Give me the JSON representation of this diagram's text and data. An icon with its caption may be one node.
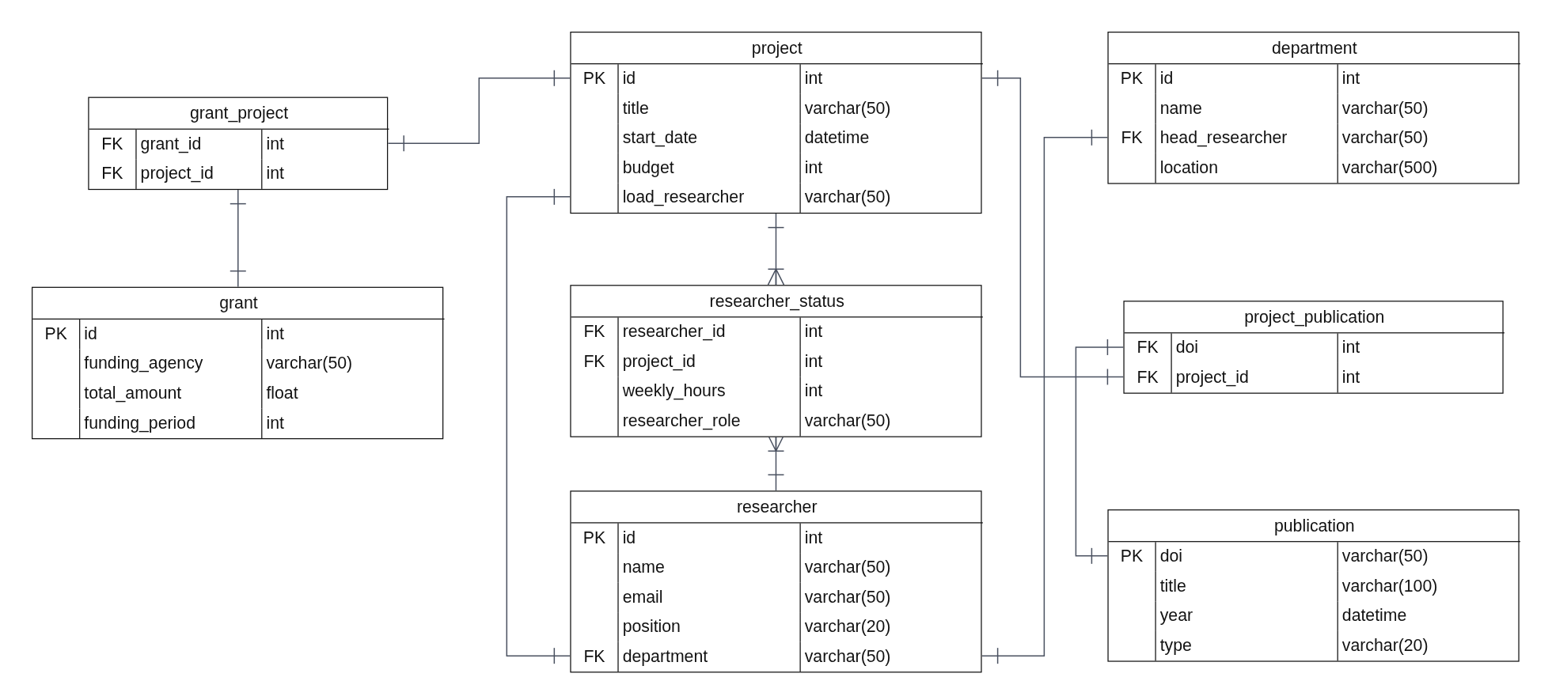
{
  "diagram": {
    "nodes": [
      {
        "text": [
          "grant_project",
          "FK",
          "grant_id",
          "int",
          "FK",
          "project_id",
          "int"
        ]
      },
      {
        "text": [
          "grant",
          "PK",
          "id",
          "int",
          "funding_agency",
          "varchar(50)",
          "total_amount",
          "float",
          "funding_period",
          "int"
        ]
      },
      {
        "text": [
          "project",
          "PK",
          "id",
          "int",
          "title",
          "varchar(50)",
          "start_date",
          "datetime",
          "budget",
          "int",
          "load_researcher",
          "varchar(50)"
        ]
      },
      {
        "text": [
          "researcher_status",
          "FK",
          "researcher_id",
          "int",
          "FK",
          "project_id",
          "int",
          "weekly_hours",
          "int",
          "researcher_role",
          "varchar(50)"
        ]
      },
      {
        "text": [
          "researcher",
          "PK",
          "id",
          "int",
          "name",
          "varchar(50)",
          "email",
          "varchar(50)",
          "position",
          "varchar(20)",
          "FK",
          "department",
          "varchar(50)"
        ]
      },
      {
        "text": [
          "department",
          "PK",
          "id",
          "int",
          "name",
          "varchar(50)",
          "FK",
          "head_researcher",
          "varchar(50)",
          "location",
          "varchar(500)"
        ]
      },
      {
        "text": [
          "project_publication",
          "FK",
          "doi",
          "int",
          "FK",
          "project_id",
          "int"
        ]
      },
      {
        "text": [
          "publication",
          "PK",
          "doi",
          "varchar(50)",
          "title",
          "varchar(100)",
          "year",
          "datetime",
          "type",
          "varchar(20)"
        ]
      }
    ],
    "edges": [
      {
        "from": 0,
        "to": 2,
        "arrow": "other"
      },
      {
        "from": 0,
        "to": 1,
        "arrow": "other"
      },
      {
        "from": 2,
        "to": 3,
        "arrow": "other"
      },
      {
        "from": 4,
        "to": 3,
        "arrow": "other"
      },
      {
        "from": 2,
        "to": 4,
        "arrow": "other"
      },
      {
        "from": 2,
        "to": 6,
        "arrow": "other"
      },
      {
        "from": 4,
        "to": 5,
        "arrow": "other"
      },
      {
        "from": 6,
        "to": 7,
        "arrow": "other"
      }
    ]
  }
}
